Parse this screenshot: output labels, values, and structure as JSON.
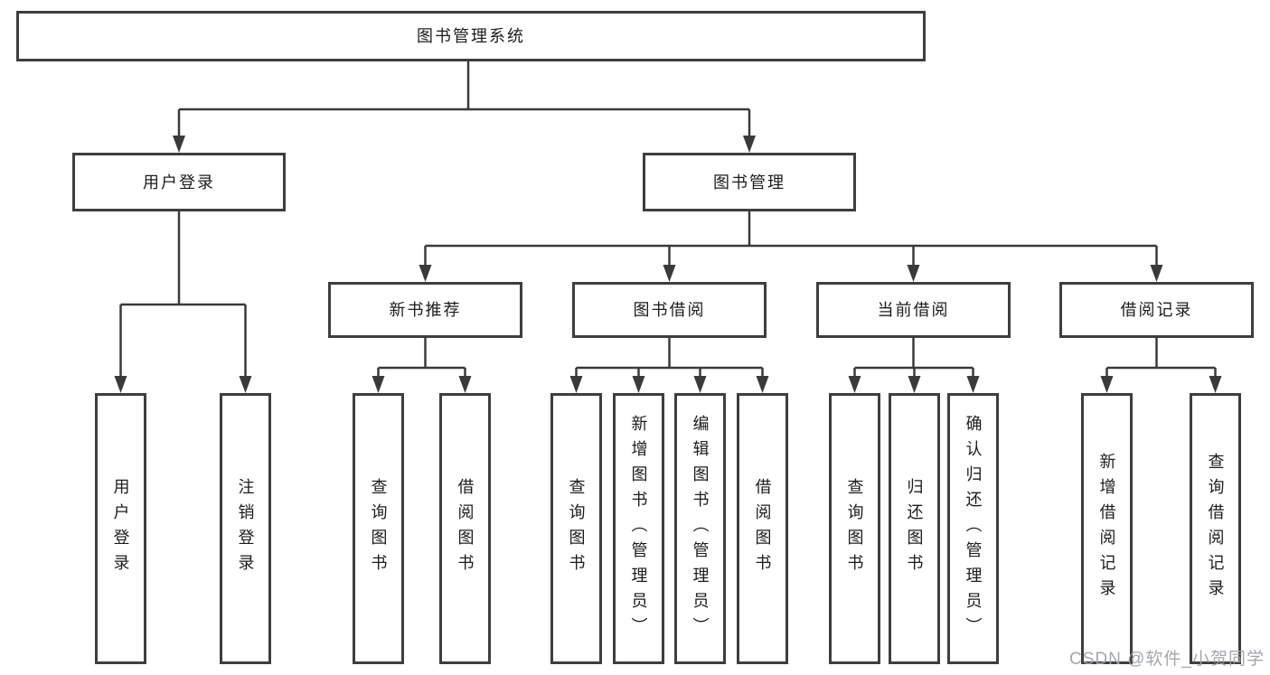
{
  "diagram": {
    "root": {
      "label": "图书管理系统"
    },
    "branches": {
      "user_login": {
        "label": "用户登录",
        "children": {
          "login": "用户登录",
          "logout": "注销登录"
        }
      },
      "book_mgmt": {
        "label": "图书管理",
        "sections": {
          "new_book_rec": {
            "label": "新书推荐",
            "children": {
              "query_books": "查询图书",
              "borrow_books": "借阅图书"
            }
          },
          "book_borrow": {
            "label": "图书借阅",
            "children": {
              "query_books": "查询图书",
              "add_books": "新增图书（管理员）",
              "edit_books": "编辑图书（管理员）",
              "borrow_books": "借阅图书"
            }
          },
          "current_borrow": {
            "label": "当前借阅",
            "children": {
              "query_books": "查询图书",
              "return_books": "归还图书",
              "confirm_return": "确认归还（管理员）"
            }
          },
          "borrow_record": {
            "label": "借阅记录",
            "children": {
              "add_record": "新增借阅记录",
              "query_record": "查询借阅记录"
            }
          }
        }
      }
    }
  },
  "watermark": {
    "text": "CSDN @软件_小贺同学"
  },
  "colors": {
    "line": "#3a3a3a",
    "border": "#3e3e3e",
    "text": "#1c1c1c",
    "background": "#ffffff",
    "watermark": "#9ea2a8"
  }
}
